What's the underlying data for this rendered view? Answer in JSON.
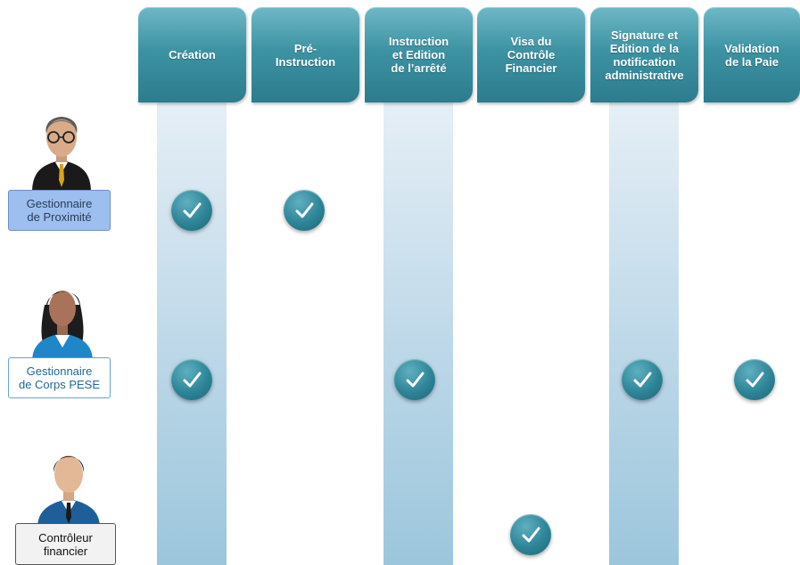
{
  "columns": [
    {
      "label": "Création"
    },
    {
      "label": "Pré-\nInstruction"
    },
    {
      "label": "Instruction\net Edition\nde l’arrêté"
    },
    {
      "label": "Visa du\nContrôle\nFinancier"
    },
    {
      "label": "Signature et\nEdition de la\nnotification\nadministrative"
    },
    {
      "label": "Validation\nde la Paie"
    }
  ],
  "actors": [
    {
      "label": "Gestionnaire\nde Proximité",
      "icon": "businessman-glasses-icon",
      "checks": [
        true,
        true,
        false,
        false,
        false,
        false
      ]
    },
    {
      "label": "Gestionnaire\nde Corps PESE",
      "icon": "businesswoman-icon",
      "checks": [
        true,
        false,
        true,
        false,
        true,
        true
      ]
    },
    {
      "label": "Contrôleur\nfinancier",
      "icon": "businessman-icon",
      "checks": [
        false,
        false,
        false,
        true,
        false,
        false
      ]
    }
  ],
  "colors": {
    "header": "#3d93a3",
    "check": "#2d8597",
    "stripe": "#bcd7e8"
  }
}
